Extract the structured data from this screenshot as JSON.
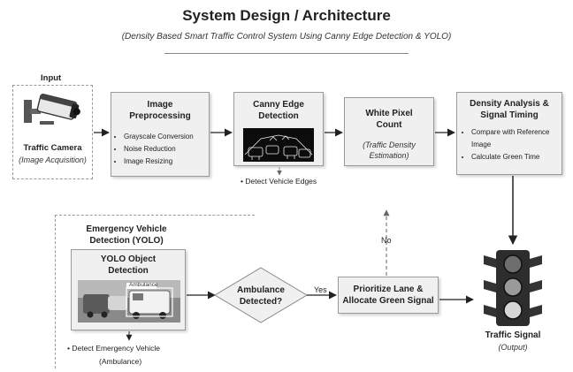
{
  "header": {
    "title": "System Design / Architecture",
    "subtitle": "(Density Based Smart Traffic Control System Using Canny Edge Detection & YOLO)"
  },
  "input": {
    "label": "Input",
    "camera_title": "Traffic Camera",
    "camera_sub": "(Image Acquisition)"
  },
  "preprocessing": {
    "title_line1": "Image",
    "title_line2": "Preprocessing",
    "items": [
      "Grayscale Conversion",
      "Noise Reduction",
      "Image Resizing"
    ]
  },
  "canny": {
    "title_line1": "Canny Edge",
    "title_line2": "Detection",
    "note": "Detect Vehicle Edges"
  },
  "pixel_count": {
    "title_line1": "White Pixel",
    "title_line2": "Count",
    "sub_line1": "(Traffic Density",
    "sub_line2": "Estimation)"
  },
  "density": {
    "title_line1": "Density Analysis &",
    "title_line2": "Signal Timing",
    "items": [
      "Compare with Reference Image",
      "Calculate Green Time"
    ]
  },
  "emergency": {
    "title_line1": "Emergency Vehicle",
    "title_line2": "Detection (YOLO)",
    "yolo_line1": "YOLO Object",
    "yolo_line2": "Detection",
    "image_label": "Ambulance",
    "note_line1": "Detect Emergency Vehicle",
    "note_line2": "(Ambulance)"
  },
  "decision": {
    "line1": "Ambulance",
    "line2": "Detected?",
    "yes": "Yes",
    "no": "No"
  },
  "prioritize": {
    "line1": "Prioritize Lane &",
    "line2": "Allocate Green Signal"
  },
  "signal": {
    "title": "Traffic Signal",
    "sub": "(Output)"
  },
  "icons": [
    "camera-icon",
    "traffic-light-icon"
  ]
}
